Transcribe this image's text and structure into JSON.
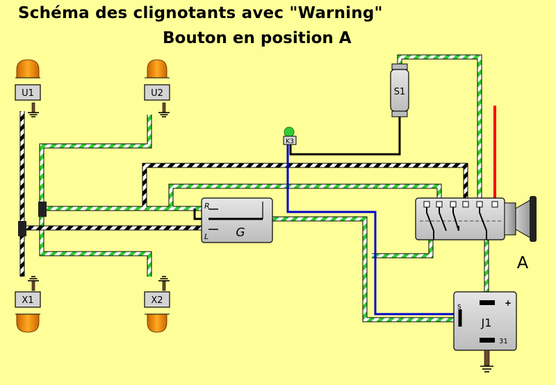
{
  "title_line1": "Schéma des clignotants avec  \"Warning\"",
  "title_line2": "Bouton en position A",
  "lamps": {
    "u1": "U1",
    "u2": "U2",
    "x1": "X1",
    "x2": "X2",
    "k3": "K3"
  },
  "components": {
    "s1": "S1",
    "generator": "G",
    "generator_r": "R",
    "generator_l": "L",
    "relay": "J1",
    "relay_s": "s",
    "relay_plus": "+",
    "relay_31": "31",
    "position": "A"
  },
  "colors": {
    "background": "#ffff99",
    "lamp": "#ff9900",
    "wire_green": "#33cc33",
    "wire_blue": "#0000cc",
    "wire_red": "#ff0000",
    "box": "#d4d4d4",
    "ground": "#6b4a2a"
  }
}
